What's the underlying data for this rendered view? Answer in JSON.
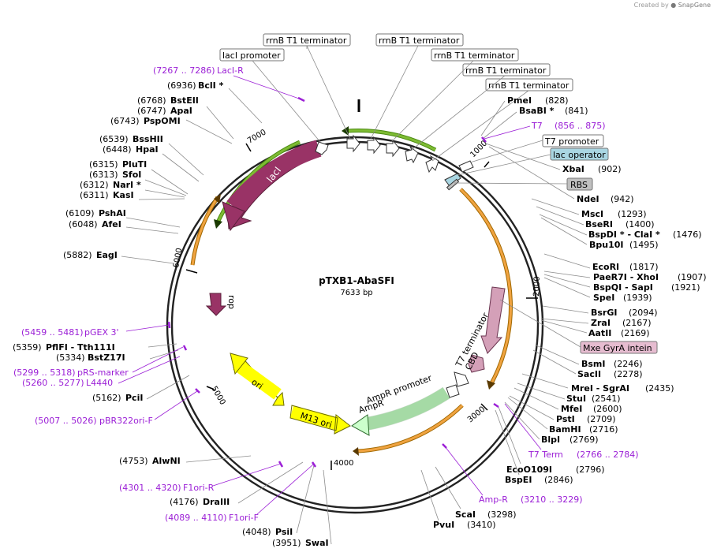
{
  "brand": {
    "prefix": "Created by",
    "name": "SnapGene"
  },
  "plasmid": {
    "name": "pTXB1-AbaSFI",
    "size": "7633 bp"
  },
  "ruler": [
    "1000",
    "2000",
    "3000",
    "4000",
    "5000",
    "6000",
    "7000"
  ],
  "features": {
    "lacI": "lacI",
    "rop": "rop",
    "ori": "ori",
    "m13": "M13 ori",
    "ampr": "AmpR",
    "ampr_promoter": "AmpR promoter",
    "t7_term": "T7 terminator",
    "cbd": "CBD"
  },
  "boxed": [
    {
      "text": "rrnB T1 terminator"
    },
    {
      "text": "rrnB T1 terminator"
    },
    {
      "text": "rrnB T1 terminator"
    },
    {
      "text": "rrnB T1 terminator"
    },
    {
      "text": "rrnB T1 terminator"
    },
    {
      "text": "lacI promoter"
    },
    {
      "text": "T7 promoter"
    },
    {
      "text": "lac operator"
    },
    {
      "text": "RBS"
    },
    {
      "text": "Mxe GyrA intein"
    }
  ],
  "colors": {
    "lacI": "#993366",
    "rop": "#993366",
    "ori": "#ffff00",
    "ampr": "#ccffcc",
    "intein": "#d4a0b8",
    "green_arc": "#7dbb33",
    "orange_arc": "#f0a340",
    "primer": "#9b1fd6",
    "lac_operator_box": "#a9d6e2",
    "rbs_box": "#c0c0c0",
    "intein_box": "#e6bcd0"
  },
  "sites_left": [
    {
      "pos": "(6936)",
      "name": "BclI *"
    },
    {
      "pos": "(6768)",
      "name": "BstEII"
    },
    {
      "pos": "(6747)",
      "name": "ApaI"
    },
    {
      "pos": "(6743)",
      "name": "PspOMI"
    },
    {
      "pos": "(6539)",
      "name": "BssHII"
    },
    {
      "pos": "(6448)",
      "name": "HpaI"
    },
    {
      "pos": "(6315)",
      "name": "PluTI"
    },
    {
      "pos": "(6313)",
      "name": "SfoI"
    },
    {
      "pos": "(6312)",
      "name": "NarI *"
    },
    {
      "pos": "(6311)",
      "name": "KasI"
    },
    {
      "pos": "(6109)",
      "name": "PshAI"
    },
    {
      "pos": "(6048)",
      "name": "AfeI"
    },
    {
      "pos": "(5882)",
      "name": "EagI"
    },
    {
      "pos": "(5359)",
      "name": "PflFI  - Tth111I"
    },
    {
      "pos": "(5334)",
      "name": "BstZ17I"
    },
    {
      "pos": "(5162)",
      "name": "PciI"
    },
    {
      "pos": "(4753)",
      "name": "AlwNI"
    },
    {
      "pos": "(4176)",
      "name": "DraIII"
    },
    {
      "pos": "(4048)",
      "name": "PsiI"
    },
    {
      "pos": "(3951)",
      "name": "SwaI"
    }
  ],
  "sites_right": [
    {
      "name": "PmeI",
      "pos": "(828)"
    },
    {
      "name": "BsaBI *",
      "pos": "(841)"
    },
    {
      "name": "XbaI",
      "pos": "(902)"
    },
    {
      "name": "NdeI",
      "pos": "(942)"
    },
    {
      "name": "MscI",
      "pos": "(1293)"
    },
    {
      "name": "BseRI",
      "pos": "(1400)"
    },
    {
      "name": "BspDI *  - ClaI *",
      "pos": "(1476)"
    },
    {
      "name": "Bpu10I",
      "pos": "(1495)"
    },
    {
      "name": "EcoRI",
      "pos": "(1817)"
    },
    {
      "name": "PaeR7I  - XhoI",
      "pos": "(1907)"
    },
    {
      "name": "BspQI  - SapI",
      "pos": "(1921)"
    },
    {
      "name": "SpeI",
      "pos": "(1939)"
    },
    {
      "name": "BsrGI",
      "pos": "(2094)"
    },
    {
      "name": "ZraI",
      "pos": "(2167)"
    },
    {
      "name": "AatII",
      "pos": "(2169)"
    },
    {
      "name": "BsmI",
      "pos": "(2246)"
    },
    {
      "name": "SacII",
      "pos": "(2278)"
    },
    {
      "name": "MreI  - SgrAI",
      "pos": "(2435)"
    },
    {
      "name": "StuI",
      "pos": "(2541)"
    },
    {
      "name": "MfeI",
      "pos": "(2600)"
    },
    {
      "name": "PstI",
      "pos": "(2709)"
    },
    {
      "name": "BamHI",
      "pos": "(2716)"
    },
    {
      "name": "BlpI",
      "pos": "(2769)"
    },
    {
      "name": "EcoO109I",
      "pos": "(2796)"
    },
    {
      "name": "BspEI",
      "pos": "(2846)"
    },
    {
      "name": "ScaI",
      "pos": "(3298)"
    },
    {
      "name": "PvuI",
      "pos": "(3410)"
    }
  ],
  "primers": [
    {
      "range": "(7267 .. 7286)",
      "name": "LacI-R"
    },
    {
      "range": "(856 .. 875)",
      "name": "T7"
    },
    {
      "range": "(5459 .. 5481)",
      "name": "pGEX 3'"
    },
    {
      "range": "(5299 .. 5318)",
      "name": "pRS-marker"
    },
    {
      "range": "(5260 .. 5277)",
      "name": "L4440"
    },
    {
      "range": "(5007 .. 5026)",
      "name": "pBR322ori-F"
    },
    {
      "range": "(4301 .. 4320)",
      "name": "F1ori-R"
    },
    {
      "range": "(4089 .. 4110)",
      "name": "F1ori-F"
    },
    {
      "range": "(2766 .. 2784)",
      "name": "T7 Term"
    },
    {
      "range": "(3210 .. 3229)",
      "name": "Amp-R"
    }
  ]
}
